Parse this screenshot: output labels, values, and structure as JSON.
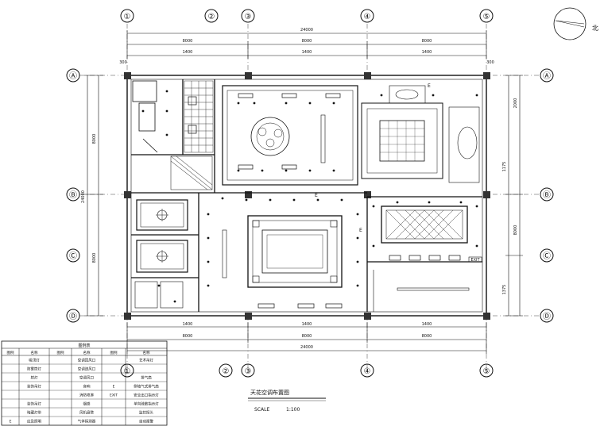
{
  "axes_top": [
    "①",
    "②",
    "③",
    "④",
    "⑤"
  ],
  "axes_left": [
    "Ⓐ",
    "Ⓑ",
    "Ⓒ",
    "Ⓓ"
  ],
  "dims": {
    "total": "24000",
    "spans": [
      "8000",
      "8000",
      "8000"
    ],
    "subs": [
      "300",
      "1400",
      "1400",
      "1400",
      "300"
    ],
    "right": [
      "2000",
      "8000",
      "1175",
      "1375"
    ],
    "left": [
      "8000",
      "8000"
    ]
  },
  "room_labels": {
    "exit1": "EXIT",
    "e1": "E",
    "e2": "E",
    "e3": "E"
  },
  "title": {
    "name": "天花空调布置图",
    "scale_label": "SCALE",
    "scale_value": "1:100"
  },
  "north_label": "北",
  "legend": {
    "heading": "图例表",
    "cols": [
      "图例",
      "名称",
      "图例",
      "名称",
      "图例",
      "名称"
    ],
    "rows": [
      [
        "",
        "吸顶灯",
        "",
        "空调回风口",
        "",
        "艺术吊灯"
      ],
      [
        "",
        "防雾筒灯",
        "",
        "空调送风口",
        "",
        ""
      ],
      [
        "",
        "射灯",
        "",
        "空调风口",
        "",
        "排气扇"
      ],
      [
        "",
        "装饰吊灯",
        "",
        "音响",
        "E",
        "侧墙气式排气扇"
      ],
      [
        "",
        "",
        "",
        "消防喷淋",
        "EXIT",
        "安全出口指示灯"
      ],
      [
        "",
        "装饰吊灯",
        "",
        "烟感",
        "",
        "单向疏散指示灯"
      ],
      [
        "",
        "暗藏灯带",
        "",
        "风机盘管",
        "",
        "监控探头"
      ],
      [
        "E",
        "应急照明",
        "",
        "气体探测器",
        "",
        "自动报警"
      ]
    ]
  }
}
